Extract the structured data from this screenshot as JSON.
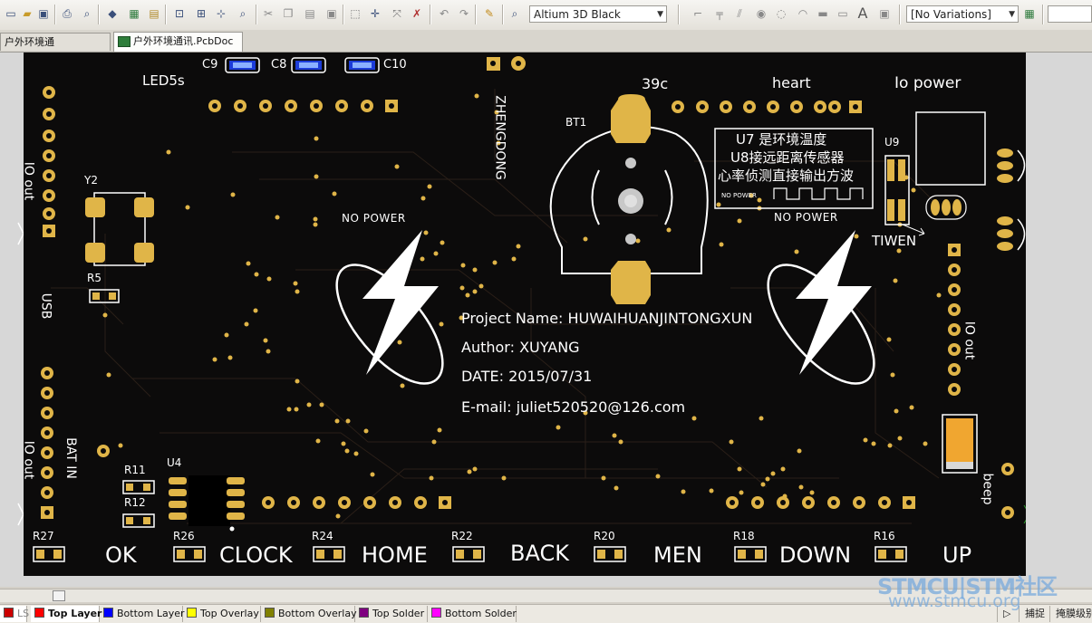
{
  "toolbar": {
    "view_config": "Altium 3D Black",
    "variation": "[No Variations]",
    "icons": [
      "new-icon",
      "open-icon",
      "save-icon",
      "print-icon",
      "print-preview-icon",
      "3d-view-icon",
      "pcb-icon",
      "board-icon",
      "zoom-fit-icon",
      "zoom-area-icon",
      "zoom-select-icon",
      "zoom-prev-icon",
      "cut-icon",
      "copy-icon",
      "paste-icon",
      "rubber-stamp-icon",
      "select-area-icon",
      "move-icon",
      "deselect-icon",
      "clear-filter-icon",
      "undo-icon",
      "redo-icon",
      "cross-probe-icon",
      "browse-icon",
      "route-icon",
      "route-multiple-icon",
      "diff-pair-icon",
      "via-icon",
      "arc-icon",
      "fill-icon",
      "text-icon",
      "component-icon",
      "layer-stack-icon"
    ]
  },
  "tabs": [
    {
      "label": "户外环境通讯.SchDoc",
      "icon": "schematic-doc-icon",
      "active": false
    },
    {
      "label": "户外环境通讯.PcbDoc",
      "icon": "pcb-doc-icon",
      "active": true
    }
  ],
  "board": {
    "background": "#0c0b0b",
    "overlay_color": "#ffffff",
    "pad_color": "#e0b548",
    "silkscreen_text": {
      "led": "LED5s",
      "c9": "C9",
      "c8": "C8",
      "c10": "C10",
      "zhengdong": "ZHENGDONG",
      "bt1": "BT1",
      "t39c": "39c",
      "heart": "heart",
      "io_power": "Io power",
      "u9": "U9",
      "y2": "Y2",
      "r5": "R5",
      "io_out_left_top": "IO out",
      "usb": "USB",
      "io_out_left_bottom": "IO out",
      "bat_in": "BAT IN",
      "r11": "R11",
      "r12": "R12",
      "u4": "U4",
      "no_power_left": "NO POWER",
      "no_power_right": "NO POWER",
      "no_power_small": "NO POWER",
      "tiwen": "TIWEN",
      "io_out_right": "IO out",
      "beep": "beep",
      "note_line1": "U7 是环境温度",
      "note_line2": "U8接远距离传感器",
      "note_line3": "心率侦测直接输出方波"
    },
    "project": {
      "name": "Project Name: HUWAIHUANJINTONGXUN",
      "author": "Author: XUYANG",
      "date": "DATE: 2015/07/31",
      "email": "E-mail: juliet520520@126.com"
    },
    "buttons": [
      {
        "ref": "R27",
        "label": "OK"
      },
      {
        "ref": "R26",
        "label": "CLOCK"
      },
      {
        "ref": "R24",
        "label": "HOME"
      },
      {
        "ref": "R22",
        "label": "BACK"
      },
      {
        "ref": "R20",
        "label": "MEN"
      },
      {
        "ref": "R18",
        "label": "DOWN"
      },
      {
        "ref": "R16",
        "label": "UP"
      }
    ]
  },
  "layers": [
    {
      "label": "LS",
      "color": "#cc0000",
      "active": false
    },
    {
      "label": "Top Layer",
      "color": "#ff0000",
      "active": true
    },
    {
      "label": "Bottom Layer",
      "color": "#0000ff",
      "active": false
    },
    {
      "label": "Top Overlay",
      "color": "#ffff00",
      "active": false
    },
    {
      "label": "Bottom Overlay",
      "color": "#808000",
      "active": false
    },
    {
      "label": "Top Solder",
      "color": "#800080",
      "active": false
    },
    {
      "label": "Bottom Solder",
      "color": "#ff00ff",
      "active": false
    }
  ],
  "status": {
    "snap": "捕捉",
    "mask": "掩膜级别"
  },
  "watermark": {
    "line1": "STMCU|STM社区",
    "line2": "www.stmcu.org"
  }
}
